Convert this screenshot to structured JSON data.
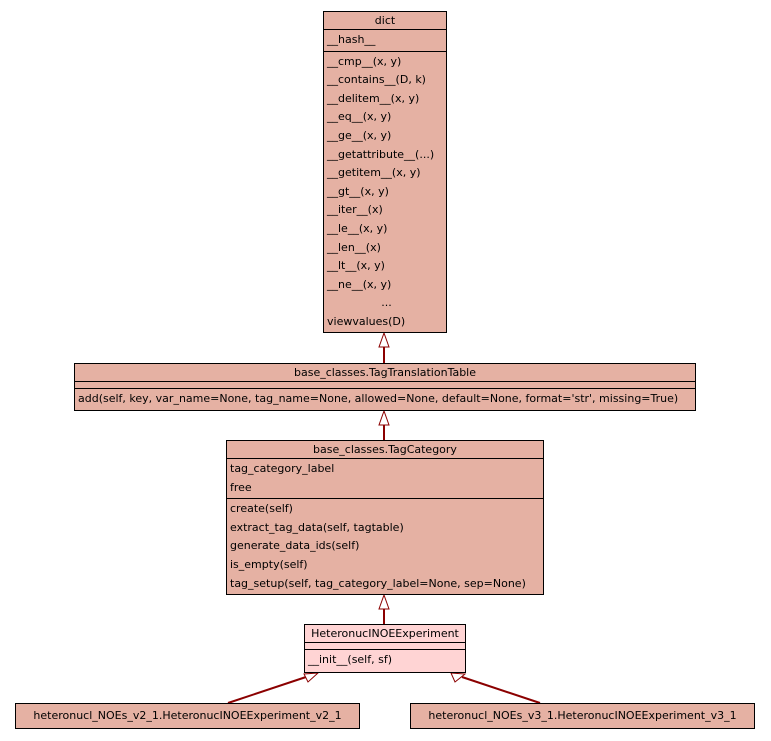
{
  "classes": {
    "dict": {
      "name": "dict",
      "attributes": [
        "__hash__"
      ],
      "methods": [
        "__cmp__(x, y)",
        "__contains__(D, k)",
        "__delitem__(x, y)",
        "__eq__(x, y)",
        "__ge__(x, y)",
        "__getattribute__(...)",
        "__getitem__(x, y)",
        "__gt__(x, y)",
        "__iter__(x)",
        "__le__(x, y)",
        "__len__(x)",
        "__lt__(x, y)",
        "__ne__(x, y)",
        "...",
        "viewvalues(D)"
      ]
    },
    "tag_translation_table": {
      "name": "base_classes.TagTranslationTable",
      "methods": [
        "add(self, key, var_name=None, tag_name=None, allowed=None, default=None, format='str', missing=True)"
      ]
    },
    "tag_category": {
      "name": "base_classes.TagCategory",
      "attributes": [
        "tag_category_label",
        "free"
      ],
      "methods": [
        "create(self)",
        "extract_tag_data(self, tagtable)",
        "generate_data_ids(self)",
        "is_empty(self)",
        "tag_setup(self, tag_category_label=None, sep=None)"
      ]
    },
    "heteronucl_noe_experiment": {
      "name": "HeteronucINOEExperiment",
      "methods": [
        "__init__(self, sf)"
      ]
    },
    "subclass_v2": {
      "name": "heteronucl_NOEs_v2_1.HeteronucINOEExperiment_v2_1"
    },
    "subclass_v3": {
      "name": "heteronucl_NOEs_v3_1.HeteronucINOEExperiment_v3_1"
    }
  },
  "colors": {
    "class_fill": "#e5b1a3",
    "highlight_fill": "#ffd4d4",
    "edge": "#8b0000",
    "border": "#000000"
  }
}
